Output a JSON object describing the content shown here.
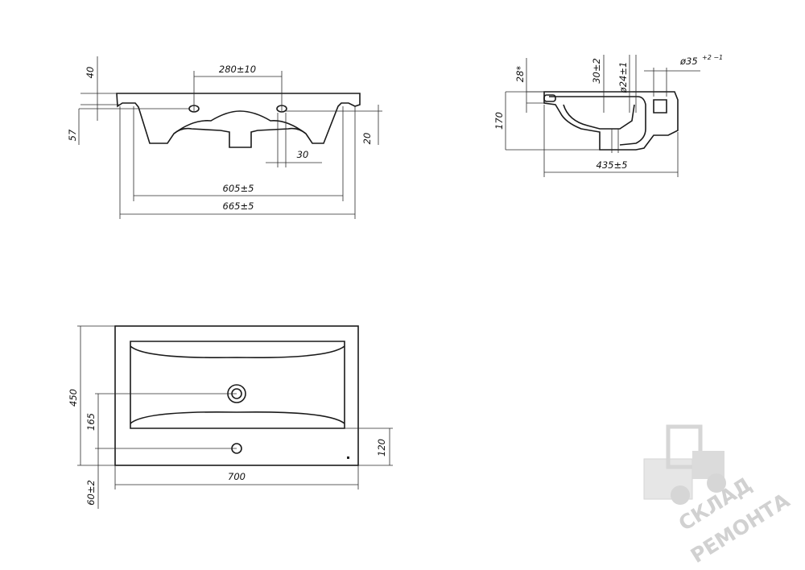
{
  "front_view": {
    "dims": {
      "d_280": "280±10",
      "d_40": "40",
      "d_57": "57",
      "d_20": "20",
      "d_30": "30",
      "d_605": "605±5",
      "d_665": "665±5"
    }
  },
  "side_view": {
    "dims": {
      "d_28": "28*",
      "d_30_2": "30±2",
      "d_phi24": "ø24±1",
      "d_phi35": "ø35",
      "d_phi35_tol": "+2 −1",
      "d_170": "170",
      "d_435": "435±5"
    }
  },
  "top_view": {
    "dims": {
      "d_450": "450",
      "d_165": "165",
      "d_120": "120",
      "d_700": "700",
      "d_60": "60±2"
    }
  },
  "watermark": {
    "line1": "СКЛАД",
    "line2": "РЕМОНТА"
  }
}
